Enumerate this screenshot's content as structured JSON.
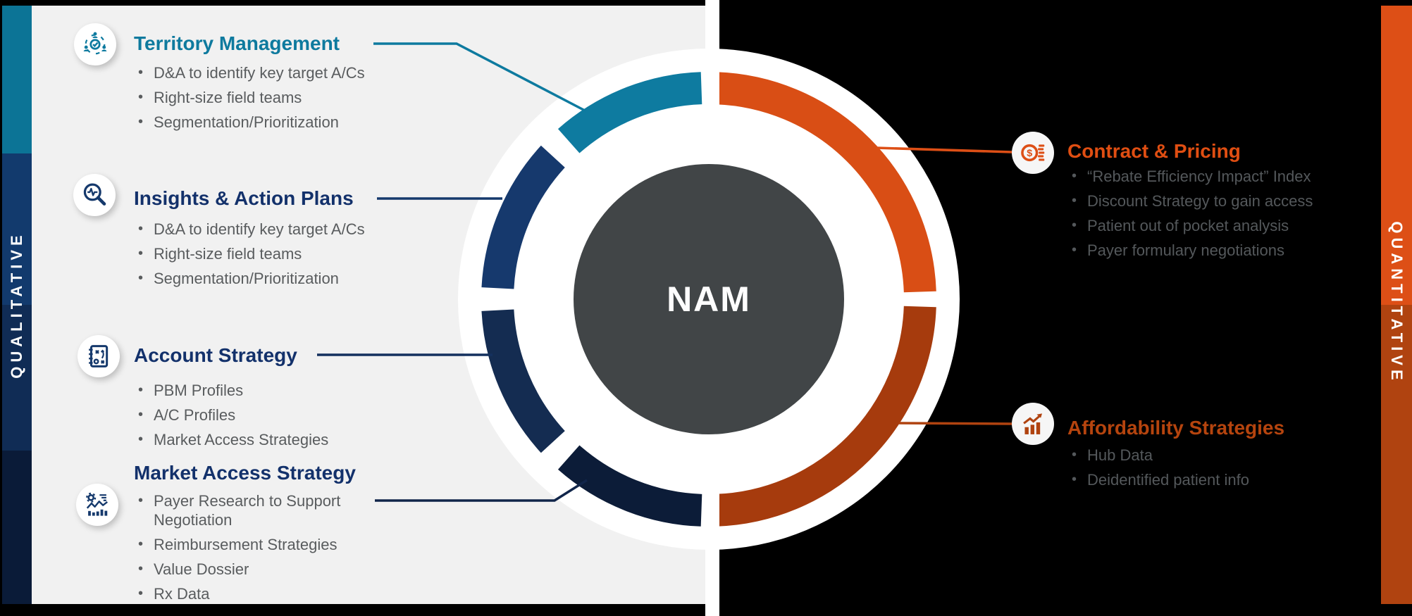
{
  "center": {
    "label": "NAM"
  },
  "left_panel": {
    "label": "QUALITATIVE",
    "theme_colors": {
      "teal": "#0e7a9e",
      "navy": "#13316b",
      "dark_navy": "#142c51",
      "darkest_navy": "#0c1c38",
      "panel_bg": "#f1f1f1"
    },
    "sections": [
      {
        "title": "Territory Management",
        "accent": "#0e7a9e",
        "icon": "team-check-icon",
        "bullets": [
          "D&A to identify key target A/Cs",
          "Right-size field teams",
          "Segmentation/Prioritization"
        ]
      },
      {
        "title": "Insights & Action Plans",
        "accent": "#13316b",
        "icon": "magnifier-pulse-icon",
        "bullets": [
          "D&A to identify key target A/Cs",
          "Right-size field teams",
          "Segmentation/Prioritization"
        ]
      },
      {
        "title": "Account Strategy",
        "accent": "#13316b",
        "icon": "strategy-playbook-icon",
        "bullets": [
          "PBM Profiles",
          "A/C Profiles",
          "Market Access Strategies"
        ]
      },
      {
        "title": "Market Access Strategy",
        "accent": "#13316b",
        "icon": "market-analytics-icon",
        "bullets": [
          "Payer Research to Support Negotiation",
          "Reimbursement Strategies",
          "Value Dossier",
          "Rx Data"
        ]
      }
    ]
  },
  "right_panel": {
    "label": "QUANTITATIVE",
    "theme_colors": {
      "orange": "#e04e12",
      "rust": "#b5440e",
      "panel_bg": "#000000"
    },
    "sections": [
      {
        "title": "Contract & Pricing",
        "accent": "#e04e12",
        "icon": "coins-dollar-icon",
        "bullets": [
          "“Rebate Efficiency Impact” Index",
          "Discount Strategy to gain access",
          "Patient out of pocket analysis",
          "Payer formulary negotiations"
        ]
      },
      {
        "title": "Affordability Strategies",
        "accent": "#b5440e",
        "icon": "growth-arrow-icon",
        "bullets": [
          "Hub Data",
          "Deidentified patient info"
        ]
      }
    ]
  }
}
